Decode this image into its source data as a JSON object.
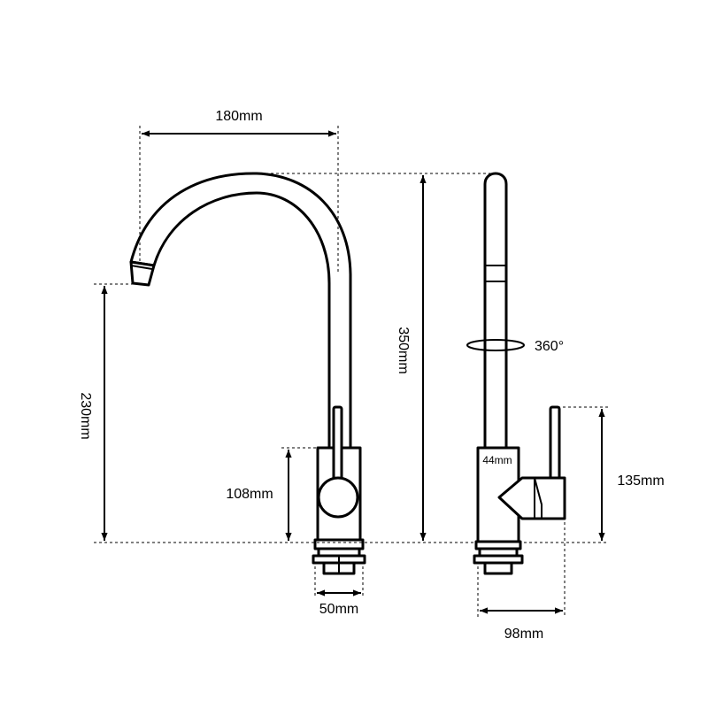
{
  "dimensions": {
    "spout_reach": "180mm",
    "spout_height": "230mm",
    "total_height": "350mm",
    "body_height": "108mm",
    "base_width": "50mm",
    "handle_height": "135mm",
    "body_depth": "98mm",
    "body_diameter": "44mm",
    "rotation": "360°"
  }
}
